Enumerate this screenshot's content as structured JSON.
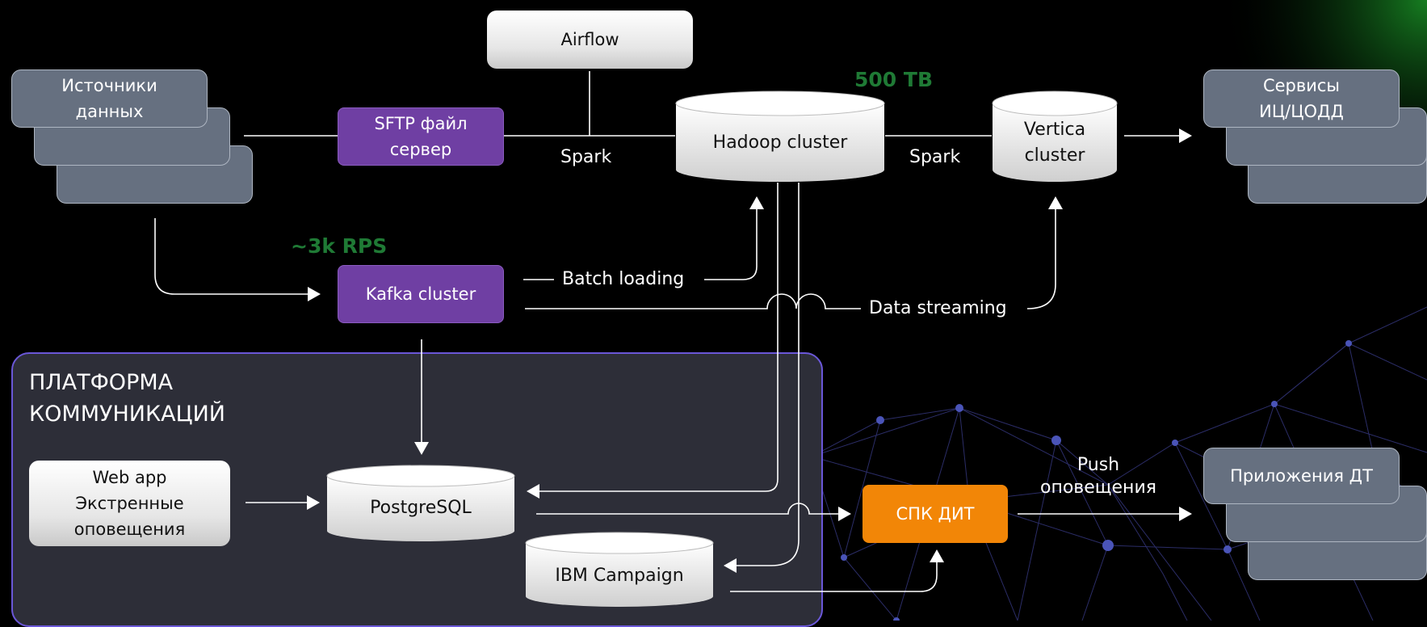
{
  "platform": {
    "title": "ПЛАТФОРМА\nКОММУНИКАЦИЙ"
  },
  "nodes": {
    "sources": {
      "label": "Источники\nданных"
    },
    "airflow": {
      "label": "Airflow"
    },
    "sftp": {
      "label": "SFTP файл\nсервер"
    },
    "hadoop": {
      "label": "Hadoop cluster"
    },
    "vertica": {
      "label": "Vertica\ncluster"
    },
    "services": {
      "label": "Сервисы\nИЦ/ЦОДД"
    },
    "kafka": {
      "label": "Kafka cluster"
    },
    "webapp": {
      "label": "Web app\nЭкстренные\nоповещения"
    },
    "postgres": {
      "label": "PostgreSQL"
    },
    "ibm": {
      "label": "IBM Campaign"
    },
    "spk": {
      "label": "СПК ДИТ"
    },
    "apps": {
      "label": "Приложения ДТ"
    }
  },
  "edge_labels": {
    "spark_1": "Spark",
    "spark_2": "Spark",
    "batch": "Batch loading",
    "streaming": "Data streaming",
    "push": "Push\nоповещения"
  },
  "metrics": {
    "hadoop_volume": "500 TB",
    "kafka_rps": "~3k RPS"
  },
  "colors": {
    "background": "#000000",
    "platform_border": "#6a57d8",
    "metric_green": "#1f7a35",
    "purple_node": "#6f3fa3",
    "orange_node": "#f28607",
    "source_stack": "#667080"
  }
}
